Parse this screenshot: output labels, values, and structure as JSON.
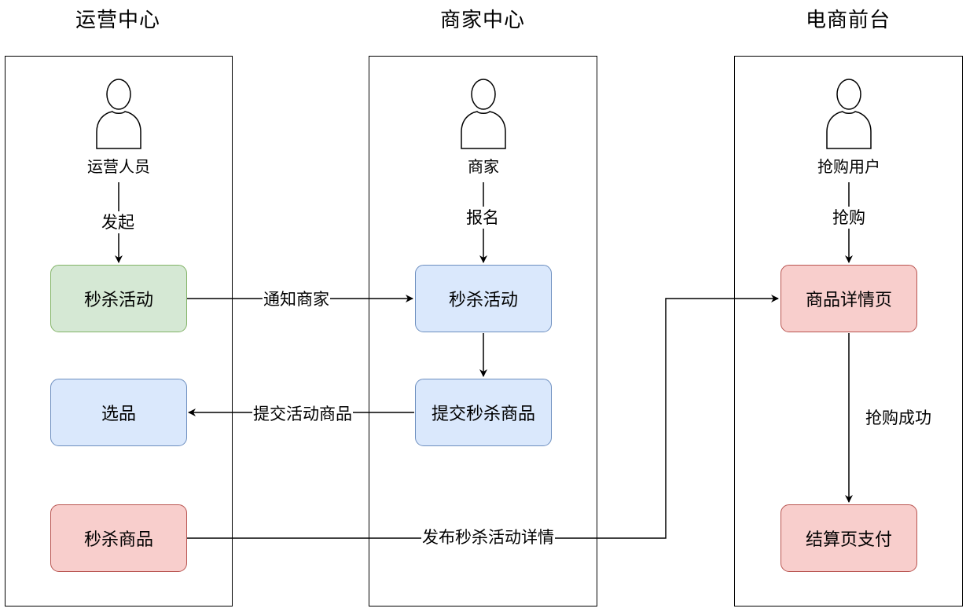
{
  "columns": {
    "ops": {
      "title": "运营中心",
      "actor": "运营人员"
    },
    "merchant": {
      "title": "商家中心",
      "actor": "商家"
    },
    "store": {
      "title": "电商前台",
      "actor": "抢购用户"
    }
  },
  "nodes": {
    "ops_flash_sale": "秒杀活动",
    "ops_select": "选品",
    "ops_flash_goods": "秒杀商品",
    "merchant_flash_sale": "秒杀活动",
    "merchant_submit": "提交秒杀商品",
    "store_detail": "商品详情页",
    "store_checkout": "结算页支付"
  },
  "edges": {
    "initiate": "发起",
    "register": "报名",
    "snap_up": "抢购",
    "notify_merchant": "通知商家",
    "submit_goods": "提交活动商品",
    "publish_details": "发布秒杀活动详情",
    "snap_success": "抢购成功"
  },
  "colors": {
    "green_fill": "#d5e8d4",
    "green_stroke": "#82b366",
    "blue_fill": "#dae8fc",
    "blue_stroke": "#6c8ebf",
    "red_fill": "#f8cecc",
    "red_stroke": "#b85450"
  }
}
